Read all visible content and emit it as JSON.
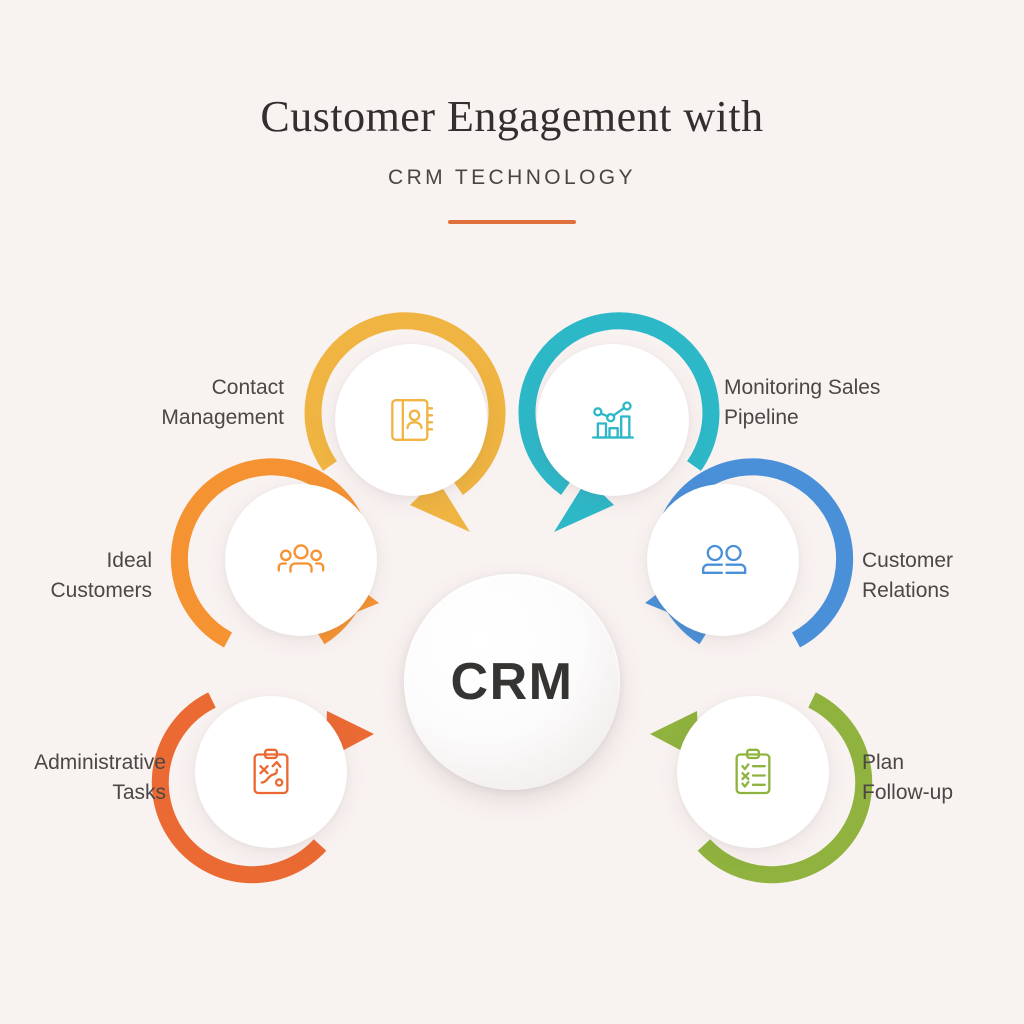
{
  "header": {
    "title": "Customer Engagement with",
    "subtitle": "CRM TECHNOLOGY",
    "accent_color": "#e0703c"
  },
  "center": {
    "label": "CRM"
  },
  "chart_data": {
    "type": "diagram",
    "title": "Customer Engagement with CRM TECHNOLOGY",
    "layout": "radial hub-and-spoke, 6 nodes around a central CRM hub",
    "center": "CRM",
    "nodes": [
      {
        "label": "Contact\nManagement",
        "icon": "address-book-icon",
        "color": "#efb441",
        "position": "top-left",
        "label_side": "left"
      },
      {
        "label": "Monitoring Sales\nPipeline",
        "icon": "bar-chart-trend-icon",
        "color": "#2db8c8",
        "position": "top-right",
        "label_side": "right"
      },
      {
        "label": "Ideal\nCustomers",
        "icon": "group-of-three-people-icon",
        "color": "#f59332",
        "position": "middle-left",
        "label_side": "left"
      },
      {
        "label": "Customer\nRelations",
        "icon": "two-people-icon",
        "color": "#4a90d9",
        "position": "middle-right",
        "label_side": "right"
      },
      {
        "label": "Administrative\nTasks",
        "icon": "clipboard-strategy-icon",
        "color": "#eb6a33",
        "position": "bottom-left",
        "label_side": "left"
      },
      {
        "label": "Plan\nFollow-up",
        "icon": "clipboard-checklist-icon",
        "color": "#8fb33e",
        "position": "bottom-right",
        "label_side": "right"
      }
    ]
  },
  "background_color": "#f8f2f1"
}
